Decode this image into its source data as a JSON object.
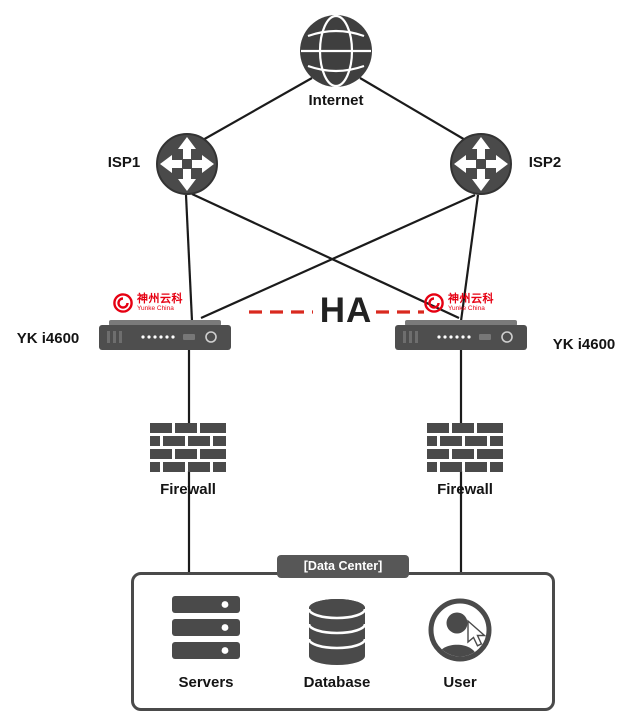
{
  "diagram": {
    "type": "network-topology",
    "nodes": {
      "internet": {
        "label": "Internet"
      },
      "isp1": {
        "label": "ISP1"
      },
      "isp2": {
        "label": "ISP2"
      },
      "adc_left": {
        "label": "YK i4600",
        "brand": "神州云科",
        "brand_sub": "Yunke China"
      },
      "adc_right": {
        "label": "YK i4600",
        "brand": "神州云科",
        "brand_sub": "Yunke China"
      },
      "firewall_left": {
        "label": "Firewall"
      },
      "firewall_right": {
        "label": "Firewall"
      },
      "datacenter": {
        "label": "[Data Center]"
      },
      "servers": {
        "label": "Servers"
      },
      "database": {
        "label": "Database"
      },
      "user": {
        "label": "User"
      }
    },
    "links": {
      "ha": {
        "label": "HA",
        "style": "dashed",
        "color": "#d9291f"
      }
    },
    "colors": {
      "line": "#1b1b1b",
      "icon_gray": "#4a4a4a",
      "ha_red": "#d9291f",
      "brand_red": "#e60012"
    }
  }
}
